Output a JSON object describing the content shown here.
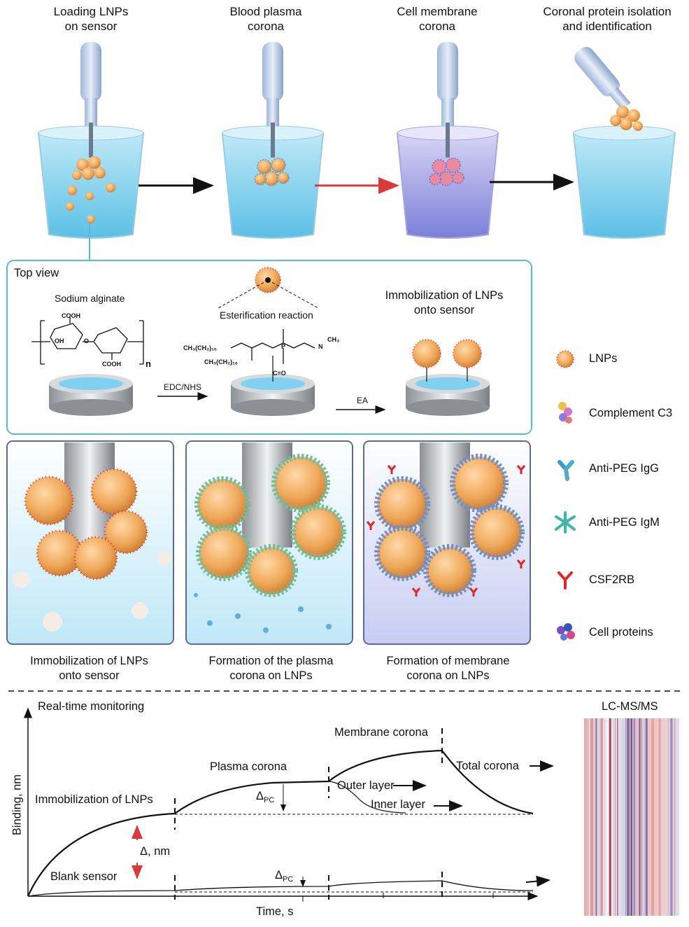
{
  "steps": [
    {
      "line1": "Loading LNPs",
      "line2": "on sensor"
    },
    {
      "line1": "Blood plasma",
      "line2": "corona"
    },
    {
      "line1": "Cell membrane",
      "line2": "corona"
    },
    {
      "line1": "Coronal protein isolation",
      "line2": "and identification"
    }
  ],
  "topview": {
    "title": "Top view",
    "sodium_alginate": "Sodium alginate",
    "esterification": "Esterification  reaction",
    "immobilization_line1": "Immobilization of LNPs",
    "immobilization_line2": "onto sensor",
    "reagent1": "EDC/NHS",
    "reagent2": "EA",
    "chem": {
      "cooh1": "COOH",
      "cooh2": "COOH",
      "oh": "OH",
      "o": "O",
      "n": "n",
      "chain1": "CH₃(CH₂)₁₆",
      "chain2": "CH₃(CH₂)₁₆",
      "ch3": "CH₃",
      "nplus": "N",
      "p": "P",
      "co": "C=O"
    }
  },
  "panels": [
    {
      "line1": "Immobilization of LNPs",
      "line2": "onto sensor"
    },
    {
      "line1": "Formation of the plasma",
      "line2": "corona on LNPs"
    },
    {
      "line1": "Formation of membrane",
      "line2": "corona on LNPs"
    }
  ],
  "legend": [
    {
      "label": "LNPs",
      "icon": "lnp-icon"
    },
    {
      "label": "Complement C3",
      "icon": "complement-c3-icon"
    },
    {
      "label": "Anti-PEG IgG",
      "icon": "anti-peg-igg-icon"
    },
    {
      "label": "Anti-PEG IgM",
      "icon": "anti-peg-igm-icon"
    },
    {
      "label": "CSF2RB",
      "icon": "csf2rb-icon"
    },
    {
      "label": "Cell proteins",
      "icon": "cell-proteins-icon"
    }
  ],
  "plot": {
    "title": "Real-time monitoring",
    "ylabel": "Binding, nm",
    "xlabel": "Time, s",
    "labels": {
      "membrane": "Membrane corona",
      "plasma": "Plasma corona",
      "total": "Total corona",
      "outer": "Outer layer",
      "inner": "Inner layer",
      "immob": "Immobilization of LNPs",
      "blank": "Blank sensor",
      "delta_nm": "Δ, nm",
      "delta_pc_1": "Δ",
      "delta_pc_1_sub": "PC",
      "delta_pc_2": "Δ",
      "delta_pc_2_sub": "PC"
    }
  },
  "heatmap": {
    "title": "LC-MS/MS"
  },
  "colors": {
    "water": "#8fd3ef",
    "lnp": "#f0a85a",
    "frame": "#55b9de",
    "panel_border": "#5a6aa0",
    "red_arrow": "#d93a3a"
  }
}
